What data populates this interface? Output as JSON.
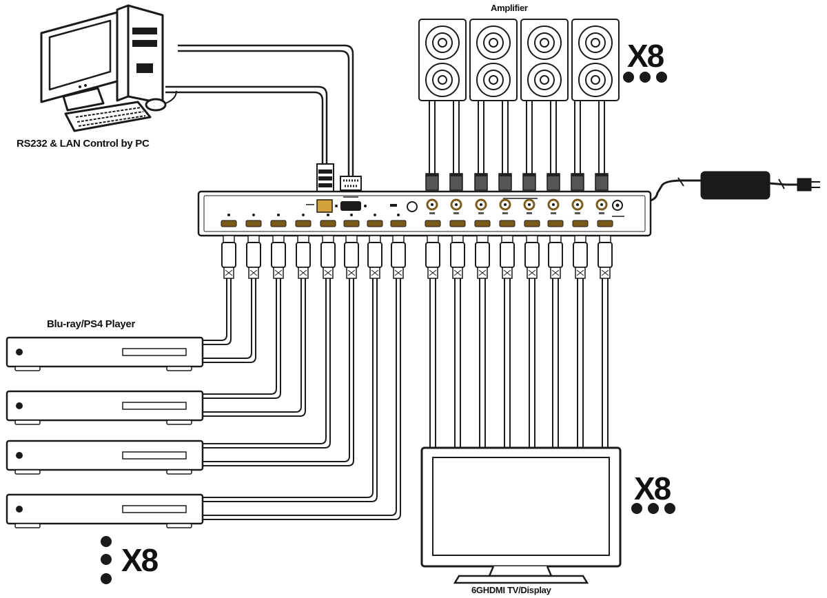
{
  "labels": {
    "amplifier": "Amplifier",
    "pc": "RS232 & LAN Control by PC",
    "player": "Blu-ray/PS4 Player",
    "display": "6GHDMI TV/Display"
  },
  "multipliers": {
    "amplifier": "X8",
    "display": "X8",
    "player": "X8"
  },
  "colors": {
    "stroke": "#1a1a1a",
    "port": "#7a5a1a",
    "connector": "#555555"
  }
}
